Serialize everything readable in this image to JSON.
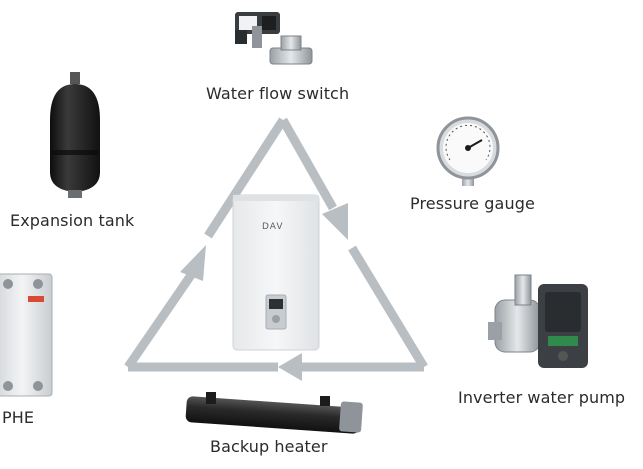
{
  "components": {
    "flow_switch": "Water flow switch",
    "pressure_gauge": "Pressure gauge",
    "expansion_tank": "Expansion tank",
    "water_pump": "Inverter water pump",
    "phe": "PHE",
    "backup_heater": "Backup heater"
  },
  "indoor_unit": {
    "brand": "DAV"
  },
  "colors": {
    "loop_arrow": "#b9bec3",
    "unit_body": "#eef0f1",
    "tank": "#1c1c1c",
    "pump_green": "#2f8a4c",
    "heater": "#2a2a2a"
  }
}
